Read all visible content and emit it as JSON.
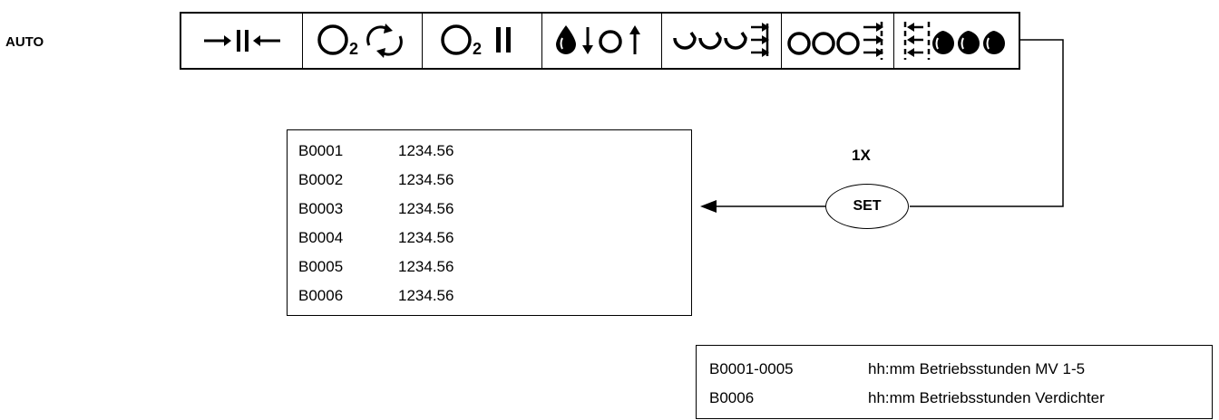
{
  "mode": "AUTO",
  "status_icons": [
    {
      "name": "stop-pause-icon",
      "text": "→||←"
    },
    {
      "name": "o2-cycle-icon",
      "text": "O₂↻"
    },
    {
      "name": "o2-pause-icon",
      "text": "O₂ ||"
    },
    {
      "name": "drop-down-o-up-icon",
      "text": "drop ↓ O ↑"
    },
    {
      "name": "three-open-arrows-icon",
      "text": "three open arrows right"
    },
    {
      "name": "three-circles-arrows-icon",
      "text": "OOO arrows right"
    },
    {
      "name": "arrows-three-drops-icon",
      "text": "arrows left three drops"
    }
  ],
  "set_button": {
    "label": "SET",
    "press_count": "1X"
  },
  "readout_rows": [
    {
      "code": "B0001",
      "value": "1234.56"
    },
    {
      "code": "B0002",
      "value": "1234.56"
    },
    {
      "code": "B0003",
      "value": "1234.56"
    },
    {
      "code": "B0004",
      "value": "1234.56"
    },
    {
      "code": "B0005",
      "value": "1234.56"
    },
    {
      "code": "B0006",
      "value": "1234.56"
    }
  ],
  "legend_rows": [
    {
      "code": "B0001-0005",
      "text": "hh:mm Betriebsstunden MV 1-5"
    },
    {
      "code": "B0006",
      "text": "hh:mm Betriebsstunden Verdichter"
    }
  ]
}
